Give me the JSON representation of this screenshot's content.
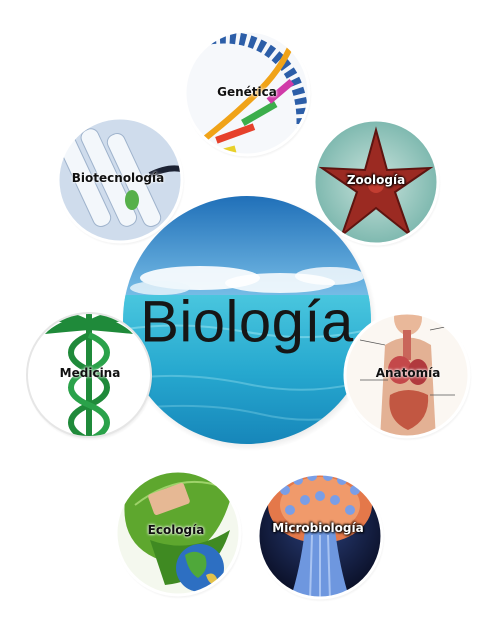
{
  "title": "Biología",
  "topics": [
    {
      "key": "genetica",
      "label": "Genética",
      "icon": "dna-helix-icon"
    },
    {
      "key": "zoologia",
      "label": "Zoología",
      "icon": "starfish-icon"
    },
    {
      "key": "anatomia",
      "label": "Anatomía",
      "icon": "human-anatomy-icon"
    },
    {
      "key": "microbiologia",
      "label": "Microbiología",
      "icon": "microorganism-icon"
    },
    {
      "key": "ecologia",
      "label": "Ecología",
      "icon": "leaf-globe-icon"
    },
    {
      "key": "medicina",
      "label": "Medicina",
      "icon": "caduceus-icon"
    },
    {
      "key": "biotecnologia",
      "label": "Biotecnología",
      "icon": "lab-tubes-icon"
    }
  ],
  "colors": {
    "sea": "#2fb2d3",
    "sky": "#2a7fc4",
    "medicine": "#1f8a3a",
    "starfish": "#9b2a22"
  }
}
